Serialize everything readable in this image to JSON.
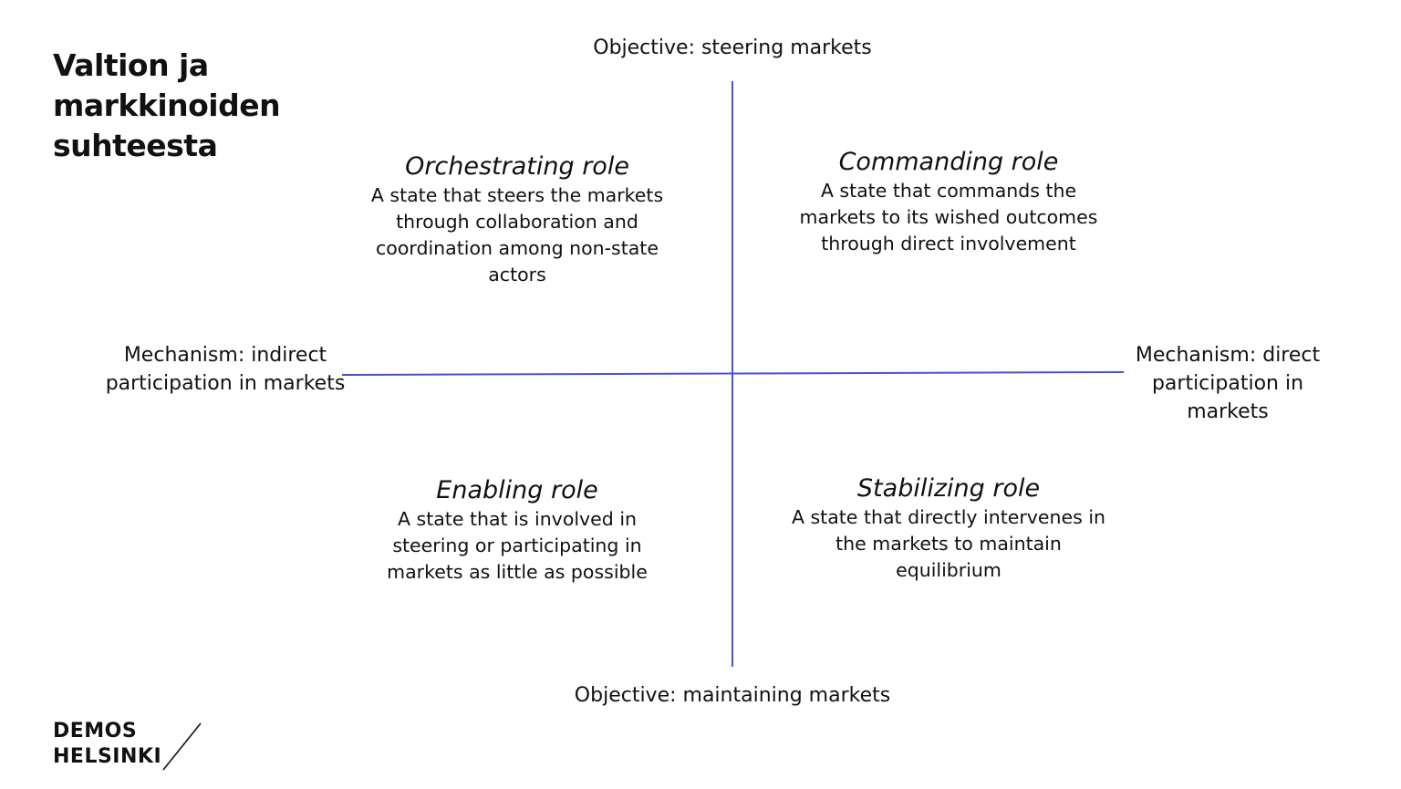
{
  "title": "Valtion ja markkinoiden suhteesta",
  "axes": {
    "top": "Objective: steering markets",
    "bottom": "Objective: maintaining markets",
    "left": "Mechanism: indirect participation in markets",
    "right": "Mechanism: direct participation in markets"
  },
  "quadrants": {
    "orchestrating": {
      "title": "Orchestrating role",
      "description": "A state that steers the markets through collaboration and coordination among non-state actors"
    },
    "commanding": {
      "title": "Commanding role",
      "description": "A state that commands the markets to its wished outcomes through direct involvement"
    },
    "enabling": {
      "title": "Enabling role",
      "description": "A state that is involved in steering or participating in markets as little as possible"
    },
    "stabilizing": {
      "title": "Stabilizing role",
      "description": "A state that directly intervenes in the markets to maintain equilibrium"
    }
  },
  "logo": {
    "text": "DEMOS HELSINKI"
  },
  "colors": {
    "axis": "#4a4fd8",
    "text": "#111111"
  }
}
